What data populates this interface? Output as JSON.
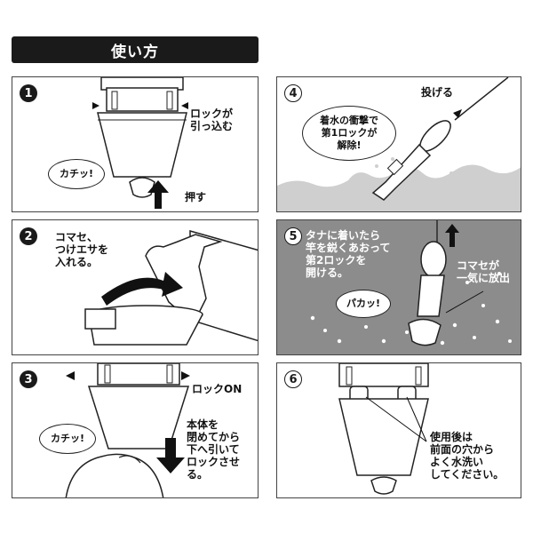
{
  "header": {
    "title": "使い方"
  },
  "steps": [
    {
      "number": "1",
      "labels": {
        "lock": "ロックが\n引っ込む",
        "sound": "カチッ!",
        "push": "押す"
      }
    },
    {
      "number": "2",
      "labels": {
        "instruction": "コマセ、\nつけエサを\n入れる。"
      }
    },
    {
      "number": "3",
      "labels": {
        "lock_on": "ロックON",
        "sound": "カチッ!",
        "instruction": "本体を\n閉めてから\n下へ引いて\nロックさせる。"
      }
    },
    {
      "number": "4",
      "labels": {
        "cast": "投げる",
        "bubble": "着水の衝撃で\n第1ロックが\n解除!"
      }
    },
    {
      "number": "5",
      "labels": {
        "instruction": "タナに着いたら\n竿を鋭くあおって\n第2ロックを\n開ける。",
        "release": "コマセが\n一気に放出",
        "sound": "パカッ!"
      }
    },
    {
      "number": "6",
      "labels": {
        "instruction": "使用後は\n前面の穴から\nよく水洗い\nしてください。"
      }
    }
  ],
  "colors": {
    "header_bg": "#1a1a1a",
    "panel5_bg": "#8c8c8c",
    "water": "#cfcfcf",
    "ink": "#111111"
  }
}
